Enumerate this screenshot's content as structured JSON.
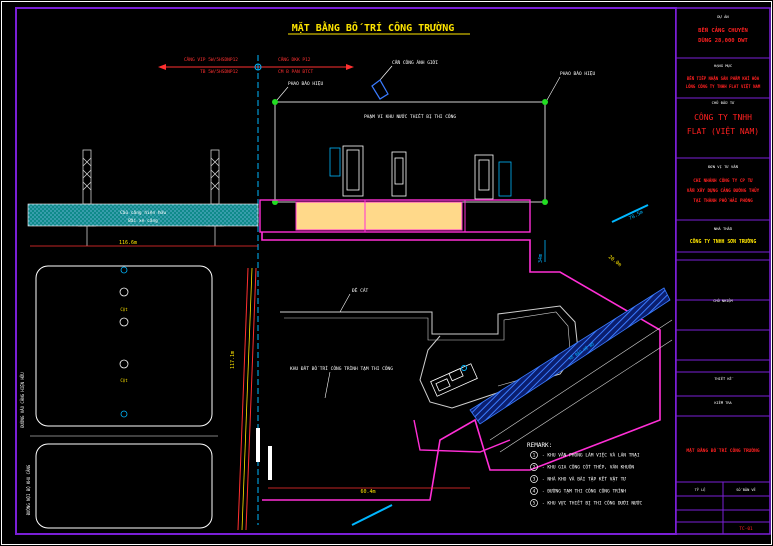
{
  "drawing": {
    "title": "MẶT BẰNG BỐ TRÍ CÔNG TRƯỜNG",
    "labels": {
      "dim_left_a": "CÂNG VIP 5W/5HSDNP12",
      "dim_left_b": "TB 5W/5HSDNP12",
      "dim_center_a": "CÂNG DKK P12",
      "dim_center_b": "CM B PAN BTCT",
      "signboard": "CẦN CÔNG ÁNH GIỚI",
      "flag_right": "PHAO BÁO HIỆU",
      "flag_left": "PHAO BÁO HIỆU",
      "water_zone": "PHẠM VI KHU NƯỚC THIẾT BỊ THI CÔNG",
      "pier_a": "Cầu cảng hiện hữu",
      "pier_b": "Bãi xe cảng",
      "dim_top_left": "116.6m",
      "dim_mid_right": "34m",
      "dim_vert_left": "117.1m",
      "dim_vert_right": "20.0m",
      "dim_bottom": "60.4m",
      "de_cat": "ĐÊ CÁT",
      "site_area": "KHU ĐẤT BỐ TRÍ CÔNG TRÌNH TẠM THI CÔNG",
      "pole_a": "Cột",
      "pole_b": "Cột",
      "road_left": "ĐƯỜNG VÀO CẢNG HIỆN HỮU",
      "road_left_b": "ĐƯỜNG NỘI BỘ KHU CẢNG",
      "road_right": "KÈ BẢO VỆ BỜ",
      "dim_diag": "78.5m",
      "remark_title": "REMARK:",
      "remarks": [
        "- KHU VĂN PHÒNG LÀM VIỆC VÀ LÁN TRẠI",
        "- KHU GIA CÔNG CỐT THÉP, VÁN KHUÔN",
        "- NHÀ KHO VÀ BÃI TẬP KẾT VẬT TƯ",
        "- ĐƯỜNG TẠM THI CÔNG CÔNG TRÌNH",
        "- KHU VỰC THIẾT BỊ THI CÔNG DƯỚI NƯỚC"
      ],
      "remark_nums": [
        "1",
        "2",
        "3",
        "4",
        "5"
      ]
    }
  },
  "title_block": {
    "project_label": "DỰ ÁN",
    "project_name": "BẾN CẢNG CHUYÊN DÙNG 28,000 DWT",
    "item_label": "HẠNG MỤC",
    "item_name": "BẾN TIẾP NHẬN SẢN PHẨM KHÍ HÓA LỎNG CÔNG TY TNHH FLAT VIỆT NAM",
    "owner_label": "CHỦ ĐẦU TƯ",
    "owner_name": "CÔNG TY TNHH FLAT (VIỆT NAM)",
    "consultant_label": "ĐƠN VỊ TƯ VẤN",
    "consultant_name": "CHI NHÁNH CÔNG TY CP TƯ VẤN XÂY DỰNG CẢNG ĐƯỜNG THỦY TẠI THÀNH PHỐ HẢI PHÒNG",
    "contractor_label": "NHÀ THẦU",
    "contractor_name": "CÔNG TY TNHH SƠN TRƯỜNG",
    "sheet_name": "MẶT BẰNG BỐ TRÍ CÔNG TRƯỜNG",
    "small_labels": [
      "CHỦ NHIỆM",
      "THIẾT KẾ",
      "KIỂM TRA",
      "TỶ LỆ",
      "SỐ BẢN VẼ"
    ],
    "sheet_no": "TC-01"
  },
  "colors": {
    "frame": "#7a1fd6",
    "title_red": "#ff2020",
    "title_yellow": "#ffe600",
    "magenta": "#ff2fd6",
    "cyan": "#00b7ff",
    "green_node": "#22dd22",
    "sand": "#ffd98a",
    "teal_pier": "#0f8a8a",
    "white": "#ffffff",
    "dim_red": "#ff3030",
    "blue_tb": "#3a7bff",
    "yellow": "#ffe600"
  }
}
